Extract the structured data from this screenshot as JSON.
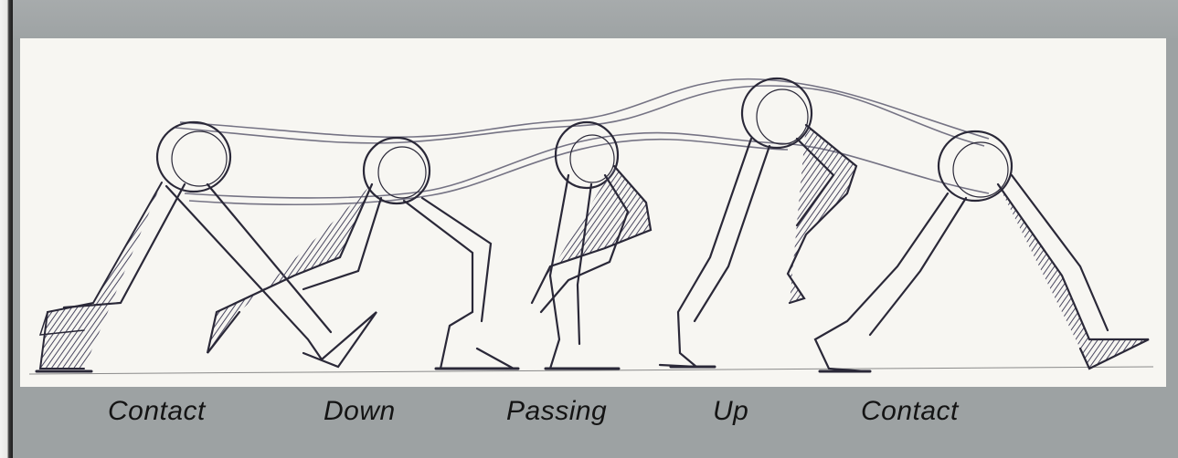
{
  "labels": {
    "phase_1": "Contact",
    "phase_2": "Down",
    "phase_3": "Passing",
    "phase_4": "Up",
    "phase_5": "Contact"
  },
  "colors": {
    "background_gray": "#9da2a3",
    "paper": "#f7f6f2",
    "pencil": "#2a2838",
    "shading": "#5a5870"
  }
}
